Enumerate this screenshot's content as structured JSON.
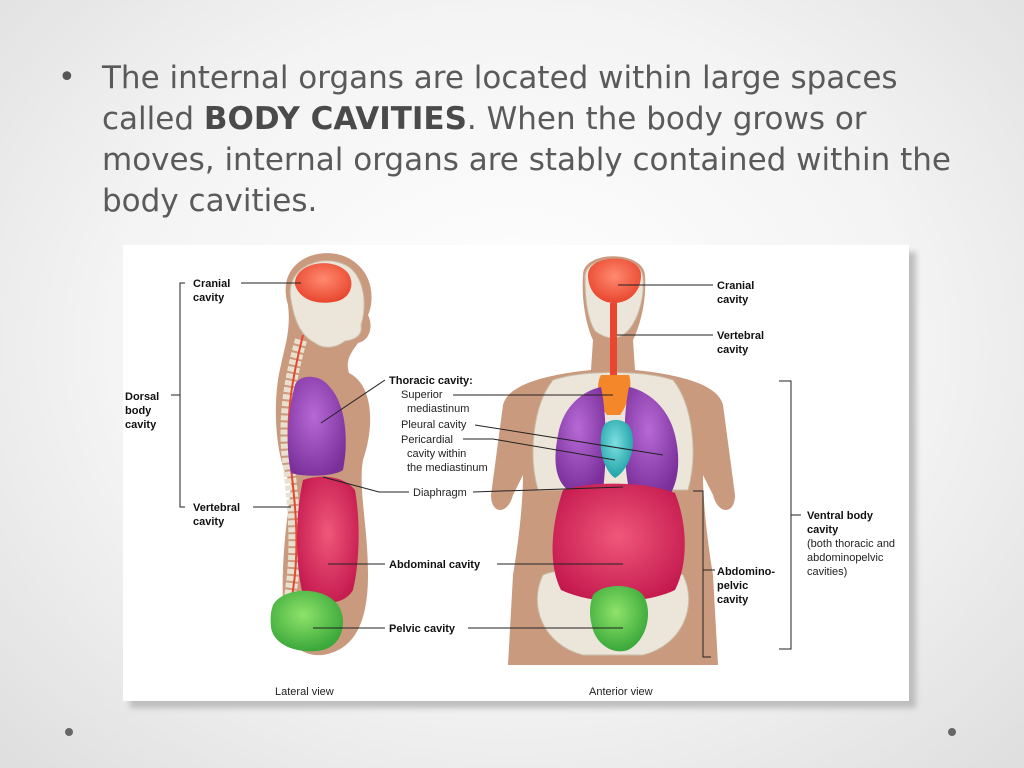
{
  "slide": {
    "bullet_symbol": "•",
    "text_before": "The internal organs are located within large spaces called ",
    "text_bold": "BODY CAVITIES",
    "text_after": ". When the body grows or moves, internal organs are stably contained within the body cavities."
  },
  "figure": {
    "lateral": {
      "cranial_1": "Cranial",
      "cranial_2": "cavity",
      "dorsal_1": "Dorsal",
      "dorsal_2": "body",
      "dorsal_3": "cavity",
      "vertebral_1": "Vertebral",
      "vertebral_2": "cavity",
      "caption": "Lateral view"
    },
    "center": {
      "thoracic": "Thoracic cavity:",
      "superior_1": "Superior",
      "superior_2": "mediastinum",
      "pleural": "Pleural cavity",
      "pericardial_1": "Pericardial",
      "pericardial_2": "cavity within",
      "pericardial_3": "the mediastinum",
      "diaphragm": "Diaphragm",
      "abdominal": "Abdominal cavity",
      "pelvic": "Pelvic cavity"
    },
    "anterior": {
      "cranial_1": "Cranial",
      "cranial_2": "cavity",
      "vertebral_1": "Vertebral",
      "vertebral_2": "cavity",
      "ventral_1": "Ventral body",
      "ventral_2": "cavity",
      "ventral_3": "(both thoracic and",
      "ventral_4": "abdominopelvic",
      "ventral_5": "cavities)",
      "abdomino_1": "Abdomino-",
      "abdomino_2": "pelvic",
      "abdomino_3": "cavity",
      "caption": "Anterior view"
    }
  }
}
